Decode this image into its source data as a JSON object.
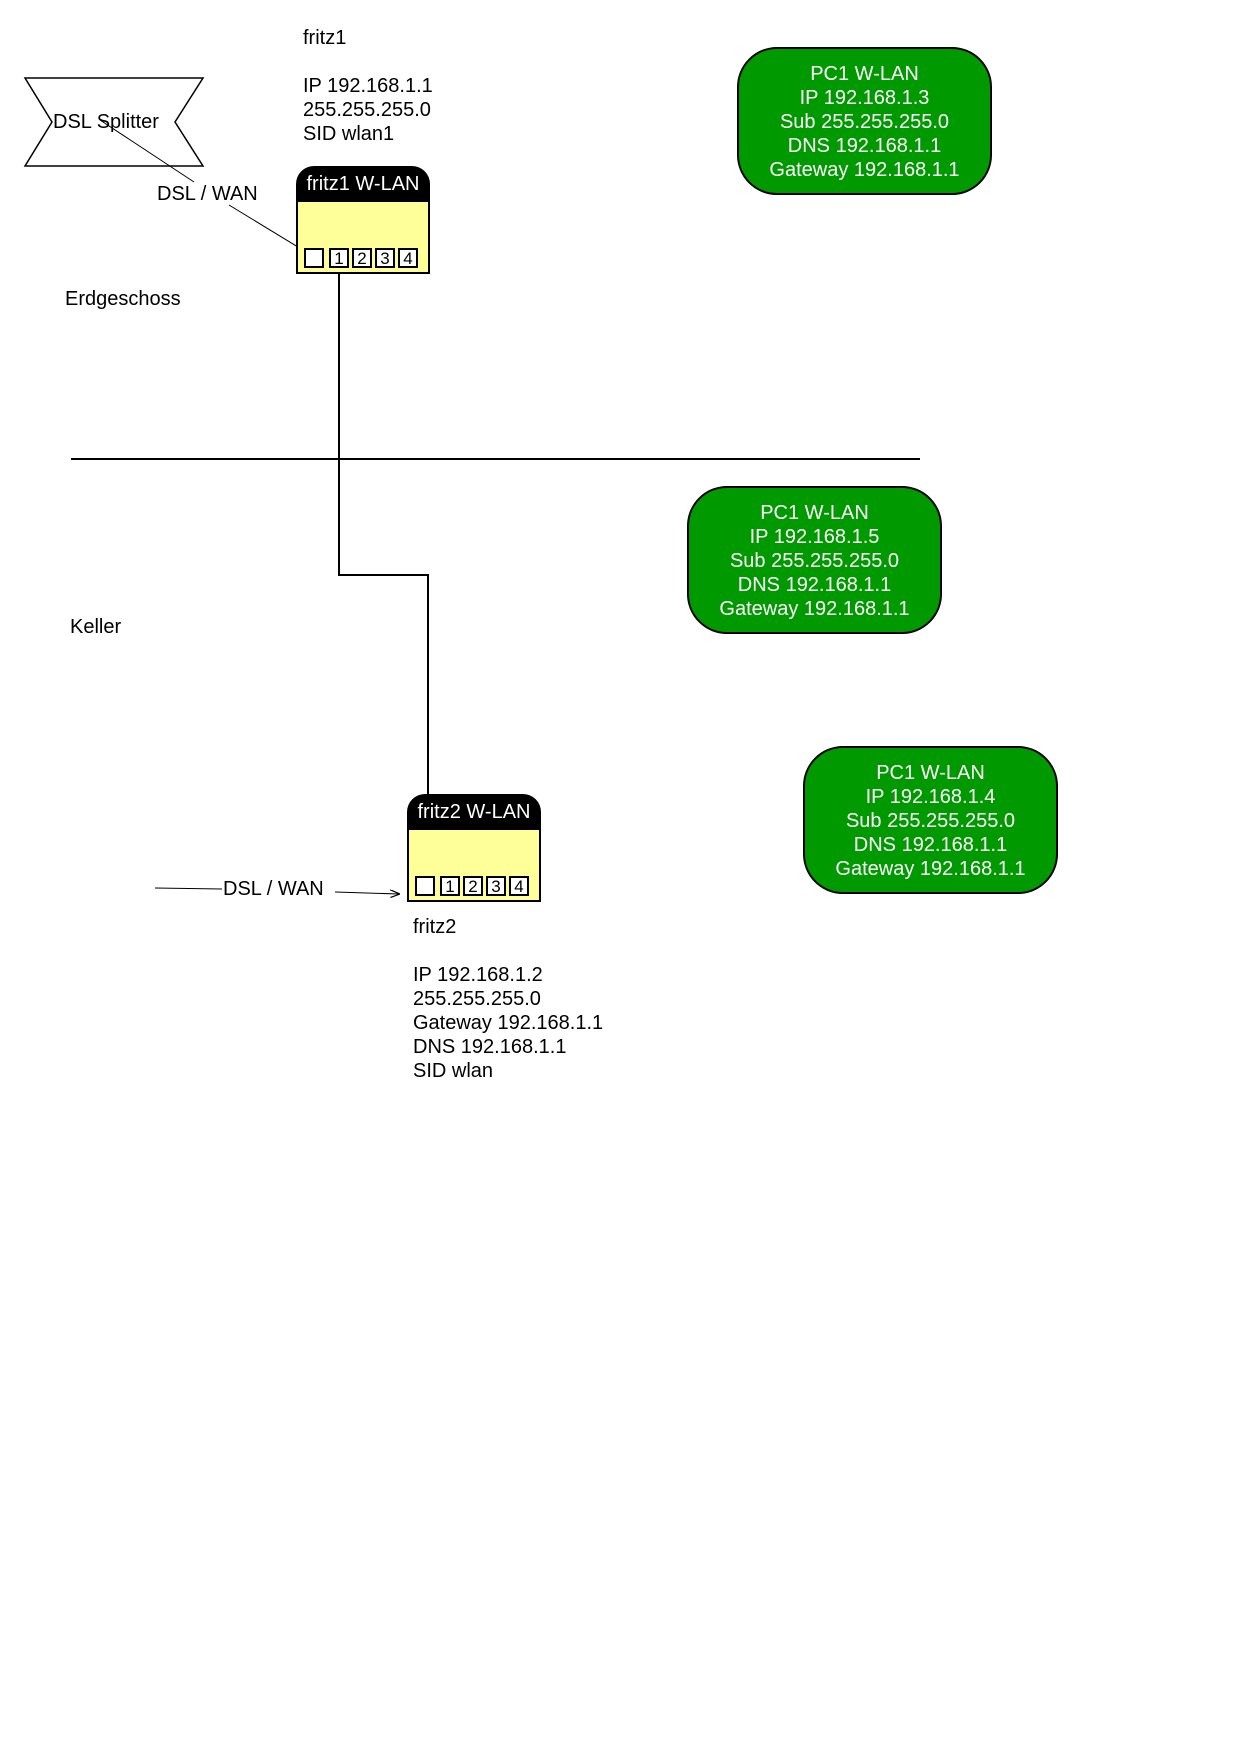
{
  "floors": {
    "upper": "Erdgeschoss",
    "lower": "Keller"
  },
  "splitter": {
    "label": "DSL Splitter"
  },
  "links": {
    "upper_wan": "DSL / WAN",
    "lower_wan": "DSL / WAN"
  },
  "router1": {
    "title": "fritz1 W-LAN",
    "ports": [
      "",
      "1",
      "2",
      "3",
      "4"
    ],
    "info": {
      "name": "fritz1",
      "lines": [
        "IP 192.168.1.1",
        "255.255.255.0",
        "SID wlan1"
      ]
    }
  },
  "router2": {
    "title": "fritz2 W-LAN",
    "ports": [
      "",
      "1",
      "2",
      "3",
      "4"
    ],
    "info": {
      "name": "fritz2",
      "lines": [
        "IP 192.168.1.2",
        "255.255.255.0",
        "Gateway 192.168.1.1",
        "DNS 192.168.1.1",
        "SID wlan"
      ]
    }
  },
  "pcs": [
    {
      "lines": [
        "PC1 W-LAN",
        "IP 192.168.1.3",
        "Sub 255.255.255.0",
        "DNS 192.168.1.1",
        "Gateway 192.168.1.1"
      ]
    },
    {
      "lines": [
        "PC1 W-LAN",
        "IP 192.168.1.5",
        "Sub 255.255.255.0",
        "DNS 192.168.1.1",
        "Gateway 192.168.1.1"
      ]
    },
    {
      "lines": [
        "PC1 W-LAN",
        "IP 192.168.1.4",
        "Sub 255.255.255.0",
        "DNS 192.168.1.1",
        "Gateway 192.168.1.1"
      ]
    }
  ],
  "colors": {
    "pc_fill": "#009900",
    "router_body": "#ffff99",
    "router_header": "#000000"
  }
}
